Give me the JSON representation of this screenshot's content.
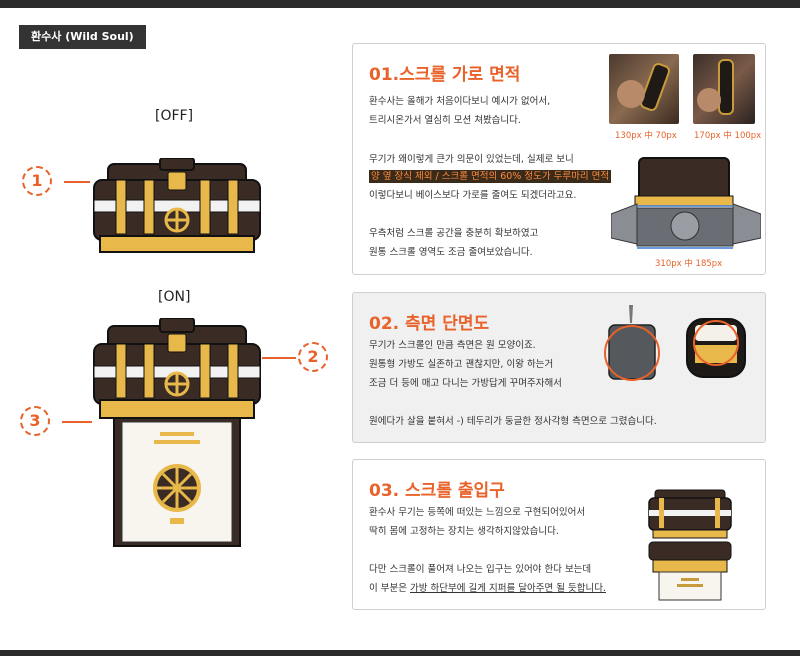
{
  "header": {
    "tag": "환수사 (Wild Soul)"
  },
  "states": {
    "off": "[OFF]",
    "on": "[ON]"
  },
  "markers": [
    "1",
    "2",
    "3"
  ],
  "section1": {
    "title": "01.스크롤 가로 면적",
    "lines": [
      "환수사는 올해가 처음이다보니 예시가 없어서,",
      "트리시온가서 열심히 모션 쳐봤습니다.",
      "무기가 왜이렇게 큰가 의문이 있었는데, 실제로 보니",
      "양 옆 장식 제외 / 스크롤 면적의 60% 정도가 두루마리 면적",
      "이렇다보니 베이스보다 가로를 줄여도 되겠더라고요.",
      "우측처럼 스크롤 공간을 충분히 확보하였고",
      "원통 스크롤 영역도 조금 줄여보았습니다."
    ],
    "captions": [
      "130px 中 70px",
      "170px 中 100px",
      "310px 中 185px"
    ]
  },
  "section2": {
    "title": "02. 측면 단면도",
    "lines": [
      "무기가 스크롤인 만큼 측면은 원 모양이죠.",
      "원통형 가방도 실존하고 괜찮지만, 이왕 하는거",
      "조금 더 등에 매고 다니는 가방답게 꾸며주자해서",
      "원에다가 살을 붙혀서 -) 테두리가 둥글한 정사각형 측면으로 그렸습니다."
    ]
  },
  "section3": {
    "title": "03. 스크롤 출입구",
    "lines": [
      "환수사 무기는 등쪽에 떠있는 느낌으로 구현되어있어서",
      "딱히 몸에 고정하는 장치는 생각하지않았습니다.",
      "다만 스크롤이 풀어져 나오는 입구는 있어야 한다 보는데",
      "이 부분은",
      "가방 하단부에 길게 지퍼를 달아주면 될 듯합니다."
    ]
  },
  "colors": {
    "accent": "#e8622a",
    "bag_dark": "#3a2c24",
    "bag_gold": "#e8b84a"
  }
}
